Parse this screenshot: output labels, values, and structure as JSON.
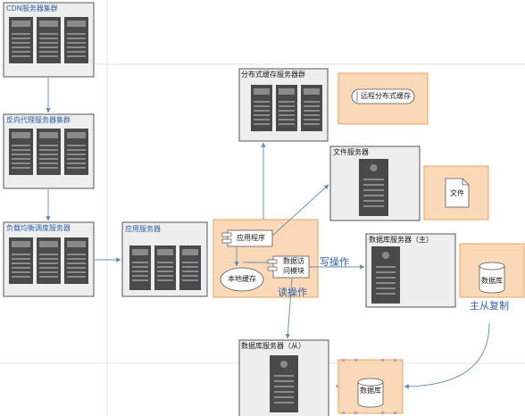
{
  "nodes": {
    "cdn": "CDN服务器集群",
    "reverse_proxy": "反向代理服务器集群",
    "load_balancer": "负载均衡调度服务器",
    "app_server": "应用服务器",
    "app_program": "应用程序",
    "local_cache": "本地缓存",
    "data_access_module_line1": "数据访",
    "data_access_module_line2": "问模块",
    "dist_cache_cluster": "分布式缓存服务器群",
    "remote_dist_cache": "远程分布式缓存",
    "file_server": "文件服务器",
    "file": "文件",
    "db_master": "数据库服务器（主）",
    "db_master_store": "数据库",
    "db_slave": "数据库服务器（从）",
    "db_slave_store": "数据库"
  },
  "edges": {
    "read_op": "读操作",
    "write_op": "写操作",
    "master_slave_replication": "主从复制"
  },
  "colors": {
    "server_box_fill": "#eeeeee",
    "server_box_stroke": "#555555",
    "orange_box_fill": "#fbd9b8",
    "orange_box_stroke": "#e6a45f",
    "rack_fill": "#4a4a4a",
    "connector": "#5f8fb0",
    "label_blue": "#2f5fa8"
  }
}
